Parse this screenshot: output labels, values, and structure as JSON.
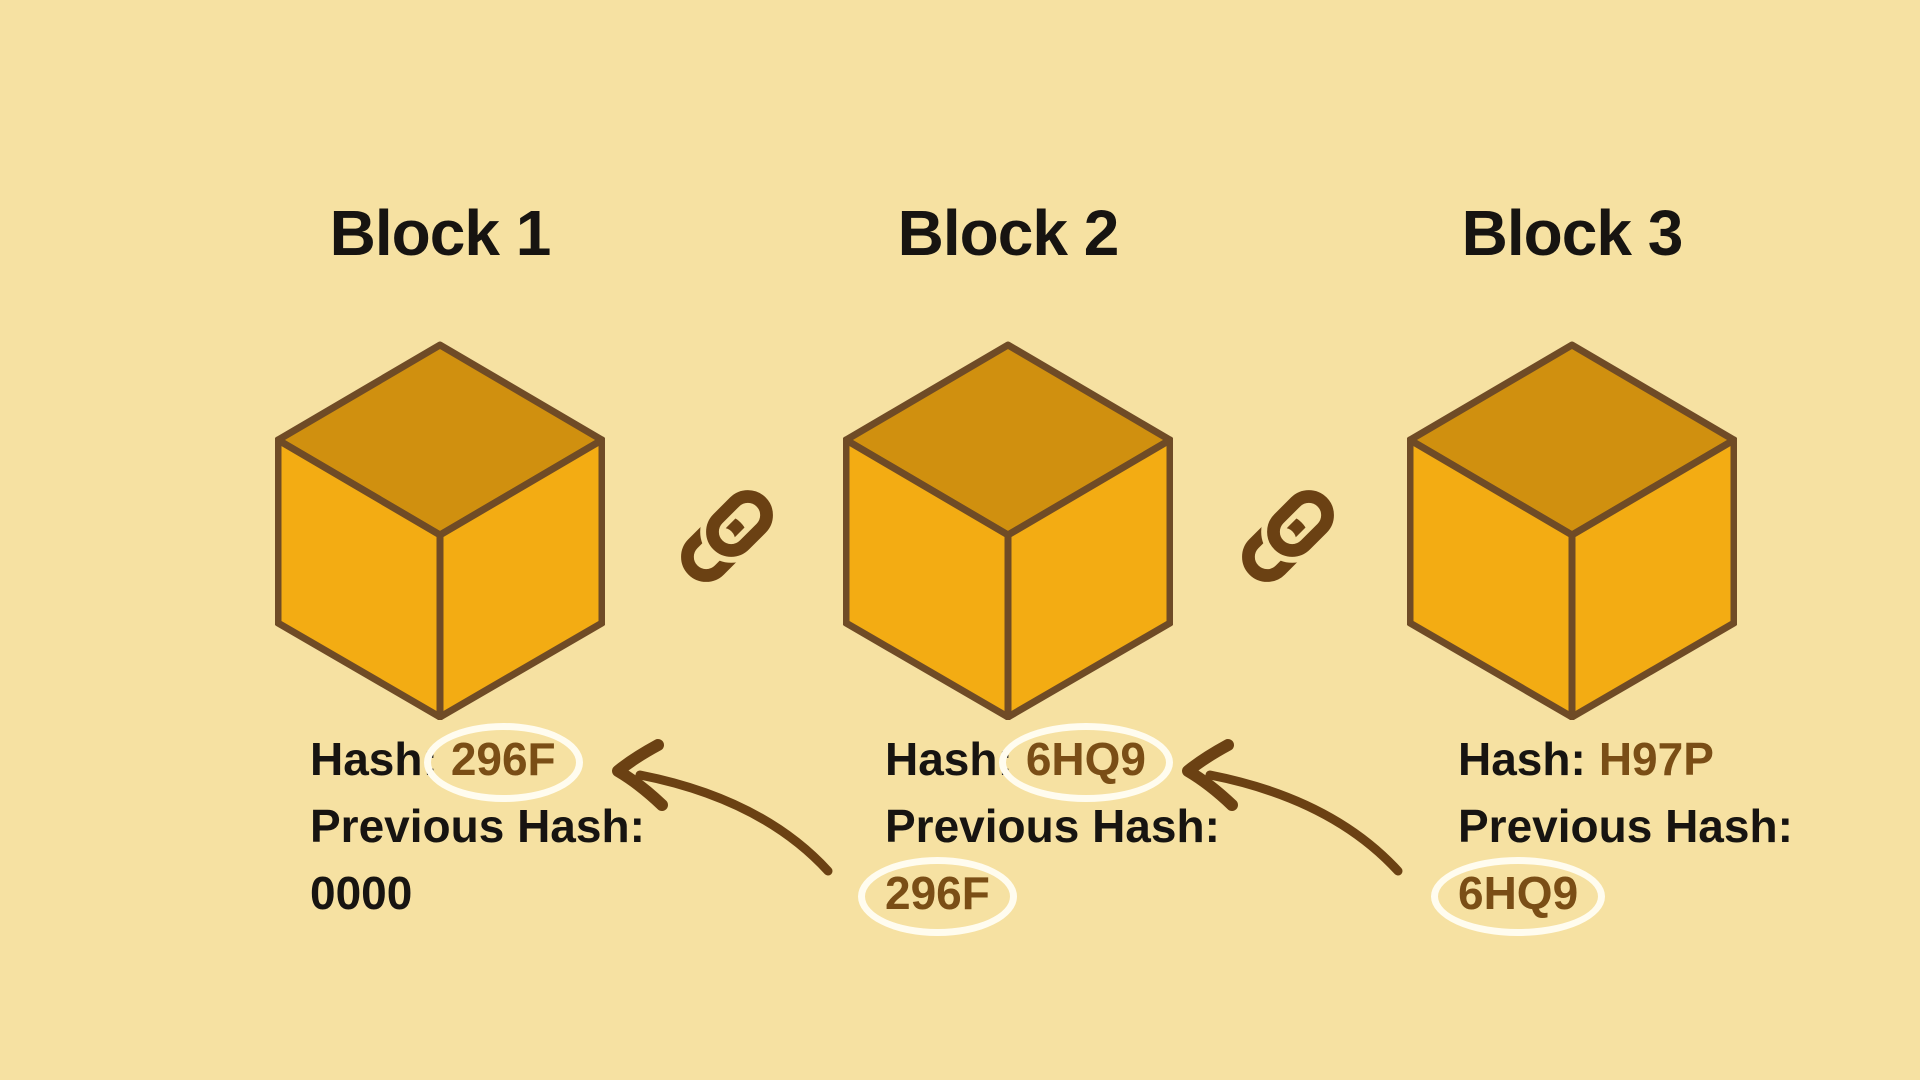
{
  "colors": {
    "background": "#F6E1A2",
    "text_black": "#171411",
    "hash_brown": "#7A4E16",
    "icon_brown": "#6B4113",
    "cube_outline": "#6F4B26",
    "cube_top": "#D0900F",
    "cube_side": "#F3AC13",
    "ellipse_white": "#FFFCEF"
  },
  "labels": {
    "hash": "Hash:",
    "previous_hash": "Previous Hash:"
  },
  "blocks": [
    {
      "title": "Block 1",
      "hash_value": "296F",
      "hash_value_color": "#7A4E16",
      "hash_value_circled": true,
      "previous_hash_value": "0000",
      "previous_hash_value_color": "#171411",
      "previous_hash_circled": false
    },
    {
      "title": "Block 2",
      "hash_value": "6HQ9",
      "hash_value_color": "#7A4E16",
      "hash_value_circled": true,
      "previous_hash_value": "296F",
      "previous_hash_value_color": "#7A4E16",
      "previous_hash_circled": true
    },
    {
      "title": "Block 3",
      "hash_value": "H97P",
      "hash_value_color": "#7A4E16",
      "hash_value_circled": false,
      "previous_hash_value": "6HQ9",
      "previous_hash_value_color": "#7A4E16",
      "previous_hash_circled": true
    }
  ]
}
